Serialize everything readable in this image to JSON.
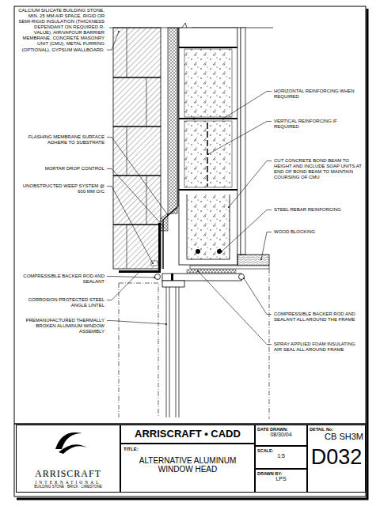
{
  "diagram": {
    "nodes": [
      {
        "text": [
          "ARRISCRAFT",
          "INTERNATIONAL",
          "BUILDING STONE · BRICK · LIMESTONE"
        ]
      },
      {
        "text": [
          "ARRISCRAFT • CADD"
        ]
      },
      {
        "text": [
          "TITLE:",
          "ALTERNATIVE ALUMINUM WINDOW HEAD"
        ]
      },
      {
        "text": [
          "DATE DRAWN:",
          "08/30/04"
        ]
      },
      {
        "text": [
          "SCALE:",
          "1:5"
        ]
      },
      {
        "text": [
          "DRAWN BY:",
          "LPS"
        ]
      },
      {
        "text": [
          "DETAIL No:",
          "CB SH3M",
          "D032"
        ]
      }
    ],
    "labels": [
      "CALCIUM SILICATE BUILDING STONE, MIN. 25 MM AIR SPACE, RIGID OR SEMI-RIGID INSULATION (THICKNESS DEPENDANT ON REQUIRED R-VALUE), AIR/VAPOUR BARRIER MEMBRANE, CONCRETE MASONRY UNIT (CMU), METAL FURRING (OPTIONAL), GYPSUM WALLBOARD.",
      "FLASHING MEMBRANE SURFACE ADHERE TO SUBSTRATE",
      "MORTAR DROP CONTROL",
      "UNOBSTRUCTED WEEP SYSTEM @ 600 MM O/C",
      "COMPRESSIBLE BACKER ROD AND SEALANT",
      "CORROSION PROTECTED STEEL ANGLE LINTEL",
      "PREMANUFACTURED THERMALLY BROKEN ALUMINUM WINDOW ASSEMBLY",
      "HORIZONTAL REINFORCING WHEN REQUIRED",
      "VERTICAL REINFORCING IF REQUIRED",
      "CUT CONCRETE BOND BEAM TO HEIGHT AND INCLUDE SOAP UNITS AT END OF BOND BEAM TO MAINTAIN COURSING OF CMU",
      "STEEL REBAR REINFORCING",
      "WOOD BLOCKING",
      "COMPRESSIBLE BACKER ROD AND SEALANT ALL AROUND THE FRAME",
      "SPRAY APPLIED FOAM INSULATING AIR SEAL ALL AROUND FRAME"
    ]
  }
}
